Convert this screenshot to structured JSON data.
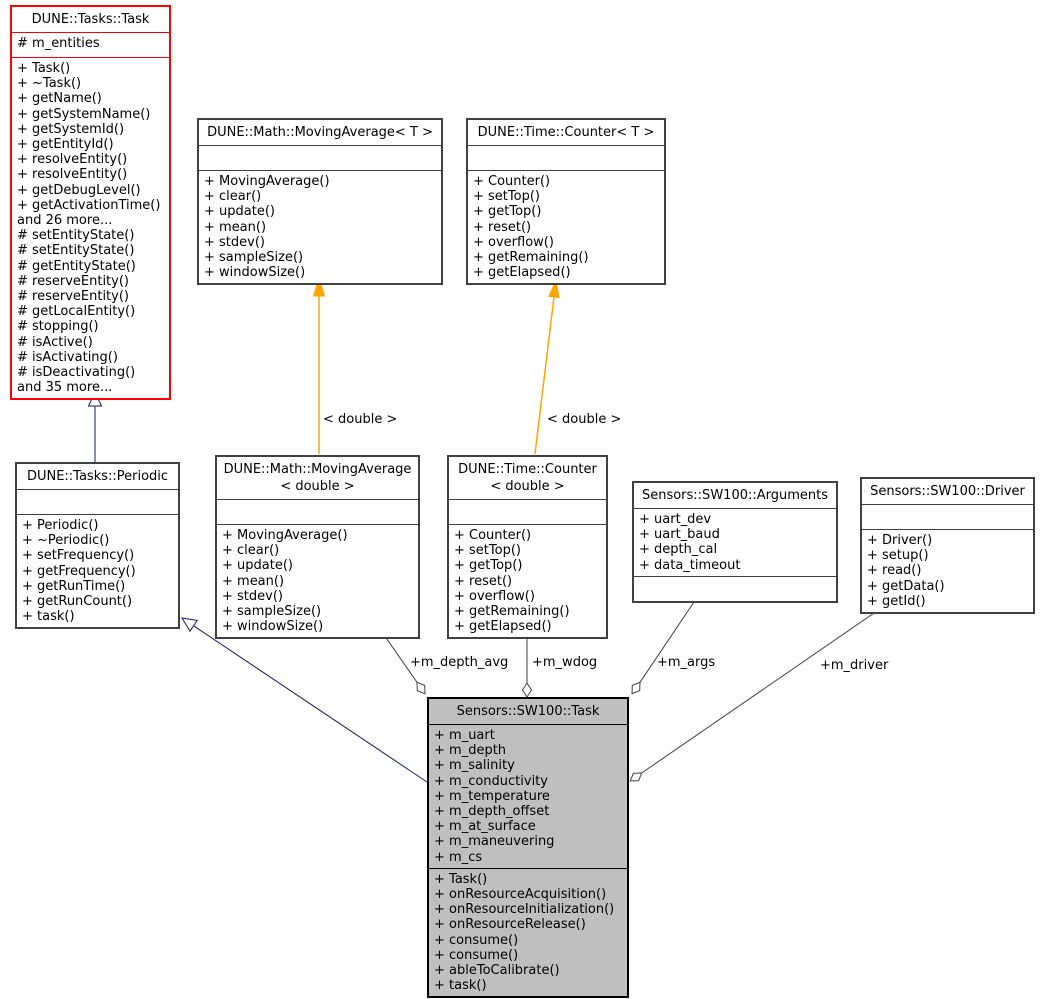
{
  "classes": {
    "dune_tasks_task": {
      "title": "DUNE::Tasks::Task",
      "attributes": [
        "# m_entities"
      ],
      "methods": [
        "+ Task()",
        "+ ~Task()",
        "+ getName()",
        "+ getSystemName()",
        "+ getSystemId()",
        "+ getEntityId()",
        "+ resolveEntity()",
        "+ resolveEntity()",
        "+ getDebugLevel()",
        "+ getActivationTime()",
        "and 26 more...",
        "# setEntityState()",
        "# setEntityState()",
        "# getEntityState()",
        "# reserveEntity()",
        "# reserveEntity()",
        "# getLocalEntity()",
        "# stopping()",
        "# isActive()",
        "# isActivating()",
        "# isDeactivating()",
        "and 35 more..."
      ]
    },
    "moving_average_t": {
      "title": "DUNE::Math::MovingAverage< T >",
      "attributes": [],
      "methods": [
        "+ MovingAverage()",
        "+ clear()",
        "+ update()",
        "+ mean()",
        "+ stdev()",
        "+ sampleSize()",
        "+ windowSize()"
      ]
    },
    "counter_t": {
      "title": "DUNE::Time::Counter< T >",
      "attributes": [],
      "methods": [
        "+ Counter()",
        "+ setTop()",
        "+ getTop()",
        "+ reset()",
        "+ overflow()",
        "+ getRemaining()",
        "+ getElapsed()"
      ]
    },
    "periodic": {
      "title": "DUNE::Tasks::Periodic",
      "attributes": [],
      "methods": [
        "+ Periodic()",
        "+ ~Periodic()",
        "+ setFrequency()",
        "+ getFrequency()",
        "+ getRunTime()",
        "+ getRunCount()",
        "+ task()"
      ]
    },
    "moving_average_double": {
      "title": "DUNE::Math::MovingAverage\n< double >",
      "attributes": [],
      "methods": [
        "+ MovingAverage()",
        "+ clear()",
        "+ update()",
        "+ mean()",
        "+ stdev()",
        "+ sampleSize()",
        "+ windowSize()"
      ]
    },
    "counter_double": {
      "title": "DUNE::Time::Counter\n< double >",
      "attributes": [],
      "methods": [
        "+ Counter()",
        "+ setTop()",
        "+ getTop()",
        "+ reset()",
        "+ overflow()",
        "+ getRemaining()",
        "+ getElapsed()"
      ]
    },
    "arguments": {
      "title": "Sensors::SW100::Arguments",
      "attributes": [
        "+ uart_dev",
        "+ uart_baud",
        "+ depth_cal",
        "+ data_timeout"
      ],
      "methods": []
    },
    "driver": {
      "title": "Sensors::SW100::Driver",
      "attributes": [],
      "methods": [
        "+ Driver()",
        "+ setup()",
        "+ read()",
        "+ getData()",
        "+ getId()"
      ]
    },
    "sw100_task": {
      "title": "Sensors::SW100::Task",
      "attributes": [
        "+ m_uart",
        "+ m_depth",
        "+ m_salinity",
        "+ m_conductivity",
        "+ m_temperature",
        "+ m_depth_offset",
        "+ m_at_surface",
        "+ m_maneuvering",
        "+ m_cs"
      ],
      "methods": [
        "+ Task()",
        "+ onResourceAcquisition()",
        "+ onResourceInitialization()",
        "+ onResourceRelease()",
        "+ consume()",
        "+ consume()",
        "+ ableToCalibrate()",
        "+ task()"
      ]
    }
  },
  "edge_labels": {
    "template_moving_average": "< double >",
    "template_counter": "< double >",
    "m_depth_avg": "+m_depth_avg",
    "m_wdog": "+m_wdog",
    "m_args": "+m_args",
    "m_driver": "+m_driver"
  },
  "colors": {
    "highlight_border": "#ff0000",
    "selected_node_fill": "#bfbfbf",
    "inheritance_edge": "#191970",
    "template_edge": "#ffa500",
    "aggregation_edge": "#404040"
  }
}
